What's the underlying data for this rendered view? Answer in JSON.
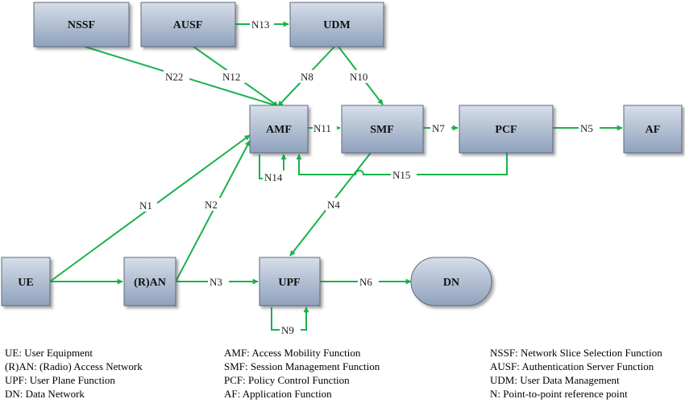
{
  "colors": {
    "node_fill_top": "#d3dbe6",
    "node_fill_bottom": "#8fa2bd",
    "node_stroke": "#5c6b80",
    "edge": "#19b24b"
  },
  "nodes": {
    "nssf": "NSSF",
    "ausf": "AUSF",
    "udm": "UDM",
    "amf": "AMF",
    "smf": "SMF",
    "pcf": "PCF",
    "af": "AF",
    "ue": "UE",
    "ran": "(R)AN",
    "upf": "UPF",
    "dn": "DN"
  },
  "edges": {
    "n1": "N1",
    "n2": "N2",
    "n3": "N3",
    "n4": "N4",
    "n5": "N5",
    "n6": "N6",
    "n7": "N7",
    "n8": "N8",
    "n9": "N9",
    "n10": "N10",
    "n11": "N11",
    "n12": "N12",
    "n13": "N13",
    "n14": "N14",
    "n15": "N15",
    "n22": "N22"
  },
  "legend": {
    "col1": [
      "UE: User Equipment",
      "(R)AN: (Radio) Access Network",
      "UPF: User Plane Function",
      "DN: Data Network"
    ],
    "col2": [
      "AMF: Access Mobility Function",
      "SMF: Session Management Function",
      "PCF: Policy Control Function",
      "AF: Application Function"
    ],
    "col3": [
      "NSSF: Network Slice Selection Function",
      "AUSF: Authentication Server Function",
      "UDM: User Data Management",
      "N: Point-to-point reference point"
    ]
  }
}
